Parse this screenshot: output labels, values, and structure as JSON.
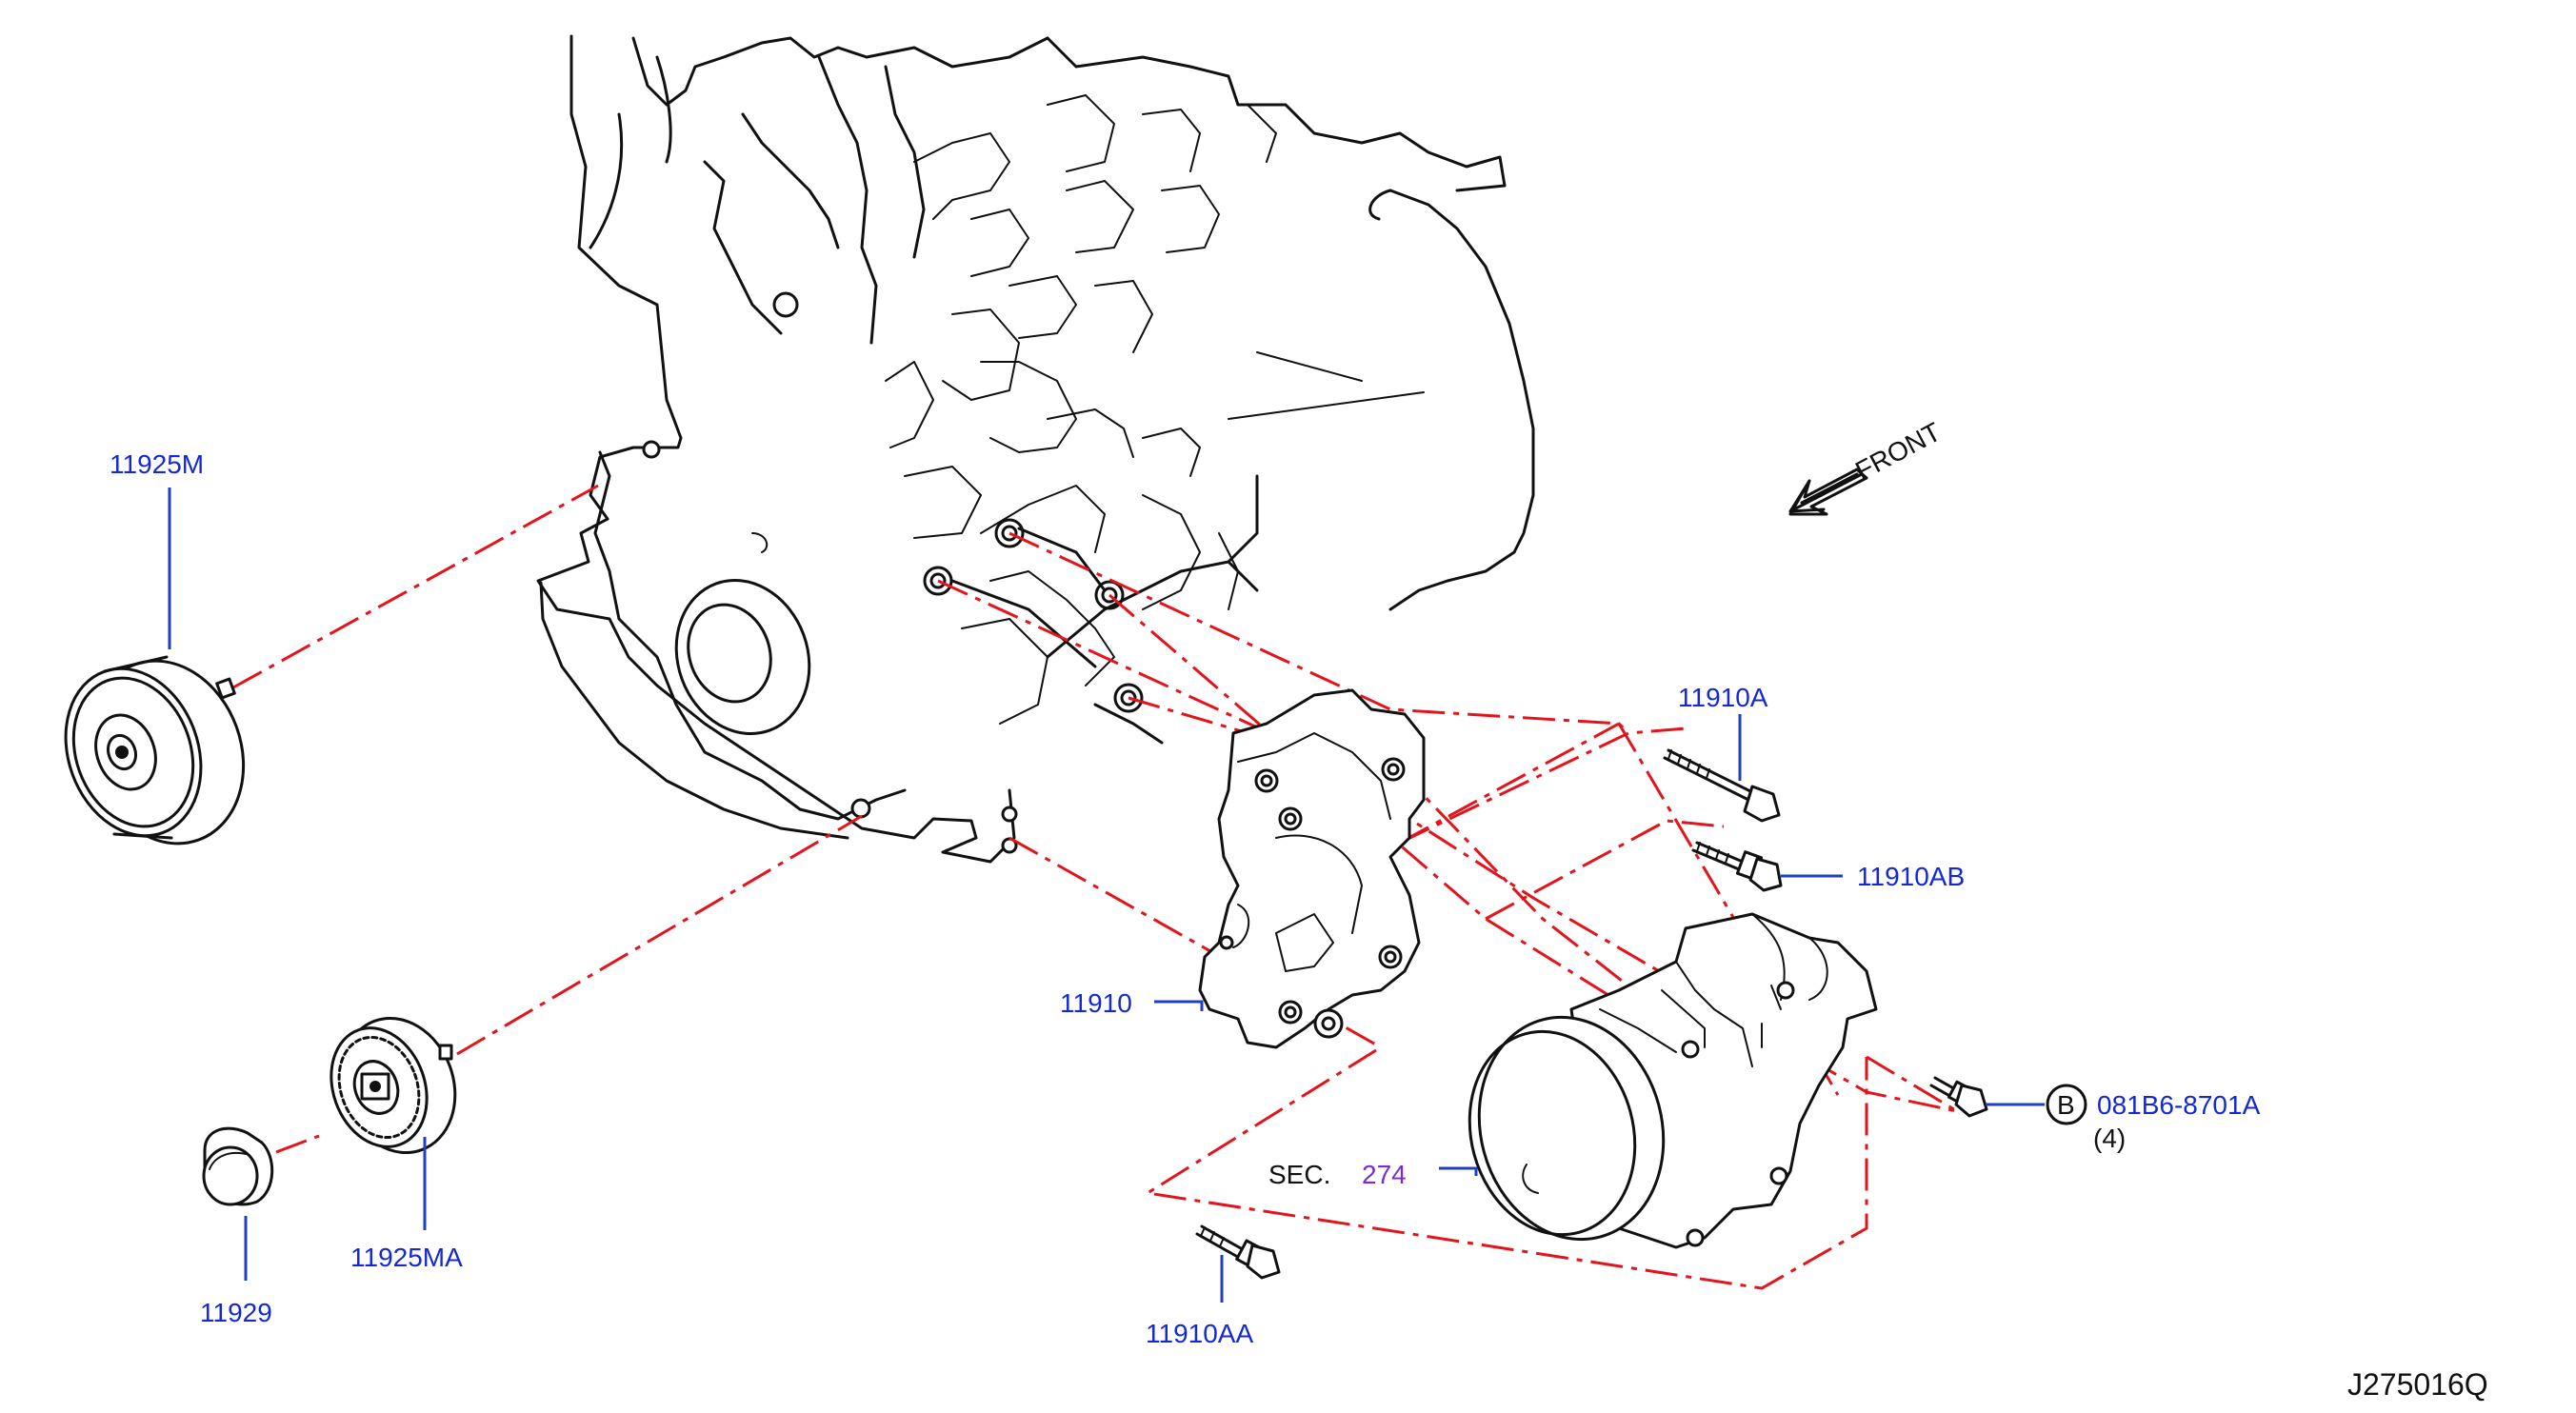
{
  "diagram": {
    "parts": {
      "p11925M": "11925M",
      "p11925MA": "11925MA",
      "p11929": "11929",
      "p11910": "11910",
      "p11910A": "11910A",
      "p11910AB": "11910AB",
      "p11910AA": "11910AA",
      "p081B6": "081B6-8701A",
      "qty": "(4)",
      "circle_letter": "B"
    },
    "section_ref": {
      "prefix": "SEC.",
      "number": "274"
    },
    "direction": "FRONT",
    "drawing_id": "J275016Q",
    "colors": {
      "part_number": "#1428d6",
      "section_number": "#7a2bd8",
      "phantom_line": "#e3141b",
      "linework": "#111111"
    },
    "icons": [
      "front-arrow-icon"
    ]
  }
}
